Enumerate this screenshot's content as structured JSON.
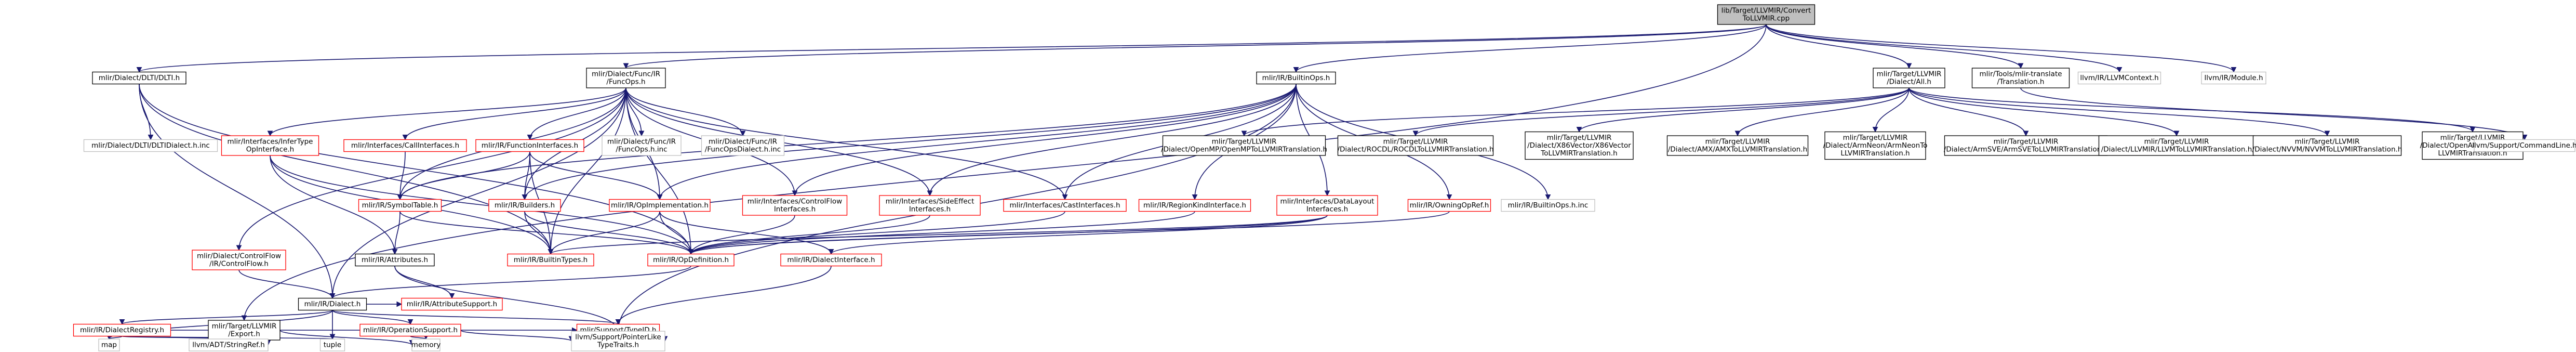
{
  "diagram": {
    "colors": {
      "edge": "#191970",
      "root_fill": "#bfbfbf",
      "root_stroke": "#000000",
      "black_stroke": "#000000",
      "red_stroke": "#ff0000",
      "gray_stroke": "#bfbfbf",
      "node_fill": "#ffffff",
      "text": "#000000"
    },
    "nodes": [
      {
        "id": "root",
        "lines": [
          "lib/Target/LLVMIR/Convert",
          "ToLLVMIR.cpp"
        ],
        "style": "root"
      },
      {
        "id": "dlti",
        "lines": [
          "mlir/Dialect/DLTI/DLTI.h"
        ],
        "style": "black"
      },
      {
        "id": "funcops",
        "lines": [
          "mlir/Dialect/Func/IR",
          "/FuncOps.h"
        ],
        "style": "black"
      },
      {
        "id": "builtinops",
        "lines": [
          "mlir/IR/BuiltinOps.h"
        ],
        "style": "black"
      },
      {
        "id": "dialectllvm",
        "lines": [
          "mlir/Target/LLVMIR",
          "/Dialect/All.h"
        ],
        "style": "black"
      },
      {
        "id": "translate",
        "lines": [
          "mlir/Tools/mlir-translate",
          "/Translation.h"
        ],
        "style": "black"
      },
      {
        "id": "llvmctx",
        "lines": [
          "llvm/IR/LLVMContext.h"
        ],
        "style": "gray"
      },
      {
        "id": "llvmmod",
        "lines": [
          "llvm/IR/Module.h"
        ],
        "style": "gray"
      },
      {
        "id": "dltidialectinc",
        "lines": [
          "mlir/Dialect/DLTI/DLTIDialect.h.inc"
        ],
        "style": "gray"
      },
      {
        "id": "infertype",
        "lines": [
          "mlir/Interfaces/InferType",
          "OpInterface.h"
        ],
        "style": "red"
      },
      {
        "id": "callintf",
        "lines": [
          "mlir/Interfaces/CallInterfaces.h"
        ],
        "style": "red"
      },
      {
        "id": "funcintf",
        "lines": [
          "mlir/IR/FunctionInterfaces.h"
        ],
        "style": "red"
      },
      {
        "id": "funcopsinc",
        "lines": [
          "mlir/Dialect/Func/IR",
          "/FuncOps.h.inc"
        ],
        "style": "gray"
      },
      {
        "id": "funcopsdialectinc",
        "lines": [
          "mlir/Dialect/Func/IR",
          "/FuncOpsDialect.h.inc"
        ],
        "style": "gray"
      },
      {
        "id": "openmp",
        "lines": [
          "mlir/Target/LLVMIR",
          "/Dialect/OpenMP/OpenMPToLLVMIRTranslation.h"
        ],
        "style": "black"
      },
      {
        "id": "rocdl",
        "lines": [
          "mlir/Target/LLVMIR",
          "/Dialect/ROCDL/ROCDLToLLVMIRTranslation.h"
        ],
        "style": "black"
      },
      {
        "id": "x86vector",
        "lines": [
          "mlir/Target/LLVMIR",
          "/Dialect/X86Vector/X86Vector",
          "ToLLVMIRTranslation.h"
        ],
        "style": "black"
      },
      {
        "id": "amx",
        "lines": [
          "mlir/Target/LLVMIR",
          "/Dialect/AMX/AMXToLLVMIRTranslation.h"
        ],
        "style": "black"
      },
      {
        "id": "armneon",
        "lines": [
          "mlir/Target/LLVMIR",
          "/Dialect/ArmNeon/ArmNeonTo",
          "LLVMIRTranslation.h"
        ],
        "style": "black"
      },
      {
        "id": "armsve",
        "lines": [
          "mlir/Target/LLVMIR",
          "/Dialect/ArmSVE/ArmSVEToLLVMIRTranslation.h"
        ],
        "style": "black"
      },
      {
        "id": "llvmir",
        "lines": [
          "mlir/Target/LLVMIR",
          "/Dialect/LLVMIR/LLVMToLLVMIRTranslation.h"
        ],
        "style": "black"
      },
      {
        "id": "nvvm",
        "lines": [
          "mlir/Target/LLVMIR",
          "/Dialect/NVVM/NVVMToLLVMIRTranslation.h"
        ],
        "style": "black"
      },
      {
        "id": "openacc",
        "lines": [
          "mlir/Target/LLVMIR",
          "/Dialect/OpenACC/OpenACCTo",
          "LLVMIRTranslation.h"
        ],
        "style": "black"
      },
      {
        "id": "cmdline",
        "lines": [
          "llvm/Support/CommandLine.h"
        ],
        "style": "gray"
      },
      {
        "id": "symboltable",
        "lines": [
          "mlir/IR/SymbolTable.h"
        ],
        "style": "red"
      },
      {
        "id": "builders",
        "lines": [
          "mlir/IR/Builders.h"
        ],
        "style": "red"
      },
      {
        "id": "opimpl",
        "lines": [
          "mlir/IR/OpImplementation.h"
        ],
        "style": "red"
      },
      {
        "id": "controlflowintf",
        "lines": [
          "mlir/Interfaces/ControlFlow",
          "Interfaces.h"
        ],
        "style": "red"
      },
      {
        "id": "sideeffect",
        "lines": [
          "mlir/Interfaces/SideEffect",
          "Interfaces.h"
        ],
        "style": "red"
      },
      {
        "id": "castintf",
        "lines": [
          "mlir/Interfaces/CastInterfaces.h"
        ],
        "style": "red"
      },
      {
        "id": "regionkind",
        "lines": [
          "mlir/IR/RegionKindInterface.h"
        ],
        "style": "red"
      },
      {
        "id": "datalayout",
        "lines": [
          "mlir/Interfaces/DataLayout",
          "Interfaces.h"
        ],
        "style": "red"
      },
      {
        "id": "owningopref",
        "lines": [
          "mlir/IR/OwningOpRef.h"
        ],
        "style": "red"
      },
      {
        "id": "builtinopsinc",
        "lines": [
          "mlir/IR/BuiltinOps.h.inc"
        ],
        "style": "gray"
      },
      {
        "id": "controlflow",
        "lines": [
          "mlir/Dialect/ControlFlow",
          "/IR/ControlFlow.h"
        ],
        "style": "red"
      },
      {
        "id": "attributes",
        "lines": [
          "mlir/IR/Attributes.h"
        ],
        "style": "black"
      },
      {
        "id": "builtintypes",
        "lines": [
          "mlir/IR/BuiltinTypes.h"
        ],
        "style": "red"
      },
      {
        "id": "opdefinition",
        "lines": [
          "mlir/IR/OpDefinition.h"
        ],
        "style": "red"
      },
      {
        "id": "dialectintf",
        "lines": [
          "mlir/IR/DialectInterface.h"
        ],
        "style": "red"
      },
      {
        "id": "dialect",
        "lines": [
          "mlir/IR/Dialect.h"
        ],
        "style": "black"
      },
      {
        "id": "attrsupport",
        "lines": [
          "mlir/IR/AttributeSupport.h"
        ],
        "style": "red"
      },
      {
        "id": "registry",
        "lines": [
          "mlir/IR/DialectRegistry.h"
        ],
        "style": "red"
      },
      {
        "id": "llvmexport",
        "lines": [
          "mlir/Target/LLVMIR",
          "/Export.h"
        ],
        "style": "black"
      },
      {
        "id": "opsupport",
        "lines": [
          "mlir/IR/OperationSupport.h"
        ],
        "style": "red"
      },
      {
        "id": "typeid",
        "lines": [
          "mlir/Support/TypeID.h"
        ],
        "style": "red"
      },
      {
        "id": "tuple",
        "lines": [
          "tuple"
        ],
        "style": "gray"
      },
      {
        "id": "map",
        "lines": [
          "map"
        ],
        "style": "gray"
      },
      {
        "id": "stringref",
        "lines": [
          "llvm/ADT/StringRef.h"
        ],
        "style": "gray"
      },
      {
        "id": "memory",
        "lines": [
          "memory"
        ],
        "style": "gray"
      },
      {
        "id": "pointerlike",
        "lines": [
          "llvm/Support/PointerLike",
          "TypeTraits.h"
        ],
        "style": "gray"
      }
    ],
    "edges": [
      [
        "root",
        "dlti"
      ],
      [
        "root",
        "funcops"
      ],
      [
        "root",
        "builtinops"
      ],
      [
        "root",
        "dialectllvm"
      ],
      [
        "root",
        "translate"
      ],
      [
        "root",
        "llvmctx"
      ],
      [
        "root",
        "llvmmod"
      ],
      [
        "root",
        "llvmexport"
      ],
      [
        "dlti",
        "dltidialectinc"
      ],
      [
        "dlti",
        "builtintypes"
      ],
      [
        "dlti",
        "dialect"
      ],
      [
        "dlti",
        "opdefinition"
      ],
      [
        "funcops",
        "infertype"
      ],
      [
        "funcops",
        "callintf"
      ],
      [
        "funcops",
        "funcintf"
      ],
      [
        "funcops",
        "funcopsinc"
      ],
      [
        "funcops",
        "funcopsdialectinc"
      ],
      [
        "funcops",
        "symboltable"
      ],
      [
        "funcops",
        "builders"
      ],
      [
        "funcops",
        "opimpl"
      ],
      [
        "funcops",
        "controlflowintf"
      ],
      [
        "funcops",
        "sideeffect"
      ],
      [
        "funcops",
        "controlflow"
      ],
      [
        "funcops",
        "dialect"
      ],
      [
        "funcops",
        "builtintypes"
      ],
      [
        "funcops",
        "opdefinition"
      ],
      [
        "funcops",
        "castintf"
      ],
      [
        "builtinops",
        "builtinopsinc"
      ],
      [
        "builtinops",
        "symboltable"
      ],
      [
        "builtinops",
        "opimpl"
      ],
      [
        "builtinops",
        "controlflowintf"
      ],
      [
        "builtinops",
        "sideeffect"
      ],
      [
        "builtinops",
        "castintf"
      ],
      [
        "builtinops",
        "regionkind"
      ],
      [
        "builtinops",
        "datalayout"
      ],
      [
        "builtinops",
        "owningopref"
      ],
      [
        "builtinops",
        "builders"
      ],
      [
        "builtinops",
        "pointerlike"
      ],
      [
        "dialectllvm",
        "openmp"
      ],
      [
        "dialectllvm",
        "rocdl"
      ],
      [
        "dialectllvm",
        "x86vector"
      ],
      [
        "dialectllvm",
        "amx"
      ],
      [
        "dialectllvm",
        "armneon"
      ],
      [
        "dialectllvm",
        "armsve"
      ],
      [
        "dialectllvm",
        "llvmir"
      ],
      [
        "dialectllvm",
        "nvvm"
      ],
      [
        "dialectllvm",
        "openacc"
      ],
      [
        "translate",
        "cmdline"
      ],
      [
        "infertype",
        "builtintypes"
      ],
      [
        "infertype",
        "opdefinition"
      ],
      [
        "infertype",
        "attributes"
      ],
      [
        "callintf",
        "symboltable"
      ],
      [
        "funcintf",
        "symboltable"
      ],
      [
        "funcintf",
        "opimpl"
      ],
      [
        "funcintf",
        "builtintypes"
      ],
      [
        "funcintf",
        "builders"
      ],
      [
        "symboltable",
        "attributes"
      ],
      [
        "symboltable",
        "opdefinition"
      ],
      [
        "builders",
        "opdefinition"
      ],
      [
        "builders",
        "builtintypes"
      ],
      [
        "opimpl",
        "opdefinition"
      ],
      [
        "opimpl",
        "builtintypes"
      ],
      [
        "opimpl",
        "dialectintf"
      ],
      [
        "controlflowintf",
        "opdefinition"
      ],
      [
        "sideeffect",
        "opdefinition"
      ],
      [
        "castintf",
        "opdefinition"
      ],
      [
        "regionkind",
        "opdefinition"
      ],
      [
        "datalayout",
        "builtintypes"
      ],
      [
        "datalayout",
        "opdefinition"
      ],
      [
        "datalayout",
        "dialectintf"
      ],
      [
        "owningopref",
        "opdefinition"
      ],
      [
        "controlflow",
        "dialect"
      ],
      [
        "attributes",
        "attrsupport"
      ],
      [
        "attributes",
        "pointerlike"
      ],
      [
        "opdefinition",
        "dialect"
      ],
      [
        "dialectintf",
        "typeid"
      ],
      [
        "dialect",
        "registry"
      ],
      [
        "dialect",
        "opsupport"
      ],
      [
        "dialect",
        "typeid"
      ],
      [
        "dialect",
        "tuple"
      ],
      [
        "dialect",
        "map"
      ],
      [
        "dialect",
        "attrsupport"
      ],
      [
        "registry",
        "map"
      ],
      [
        "registry",
        "typeid"
      ],
      [
        "registry",
        "stringref"
      ],
      [
        "registry",
        "tuple"
      ],
      [
        "llvmexport",
        "stringref"
      ],
      [
        "llvmexport",
        "memory"
      ],
      [
        "opsupport",
        "memory"
      ],
      [
        "opsupport",
        "pointerlike"
      ],
      [
        "typeid",
        "pointerlike"
      ]
    ]
  }
}
